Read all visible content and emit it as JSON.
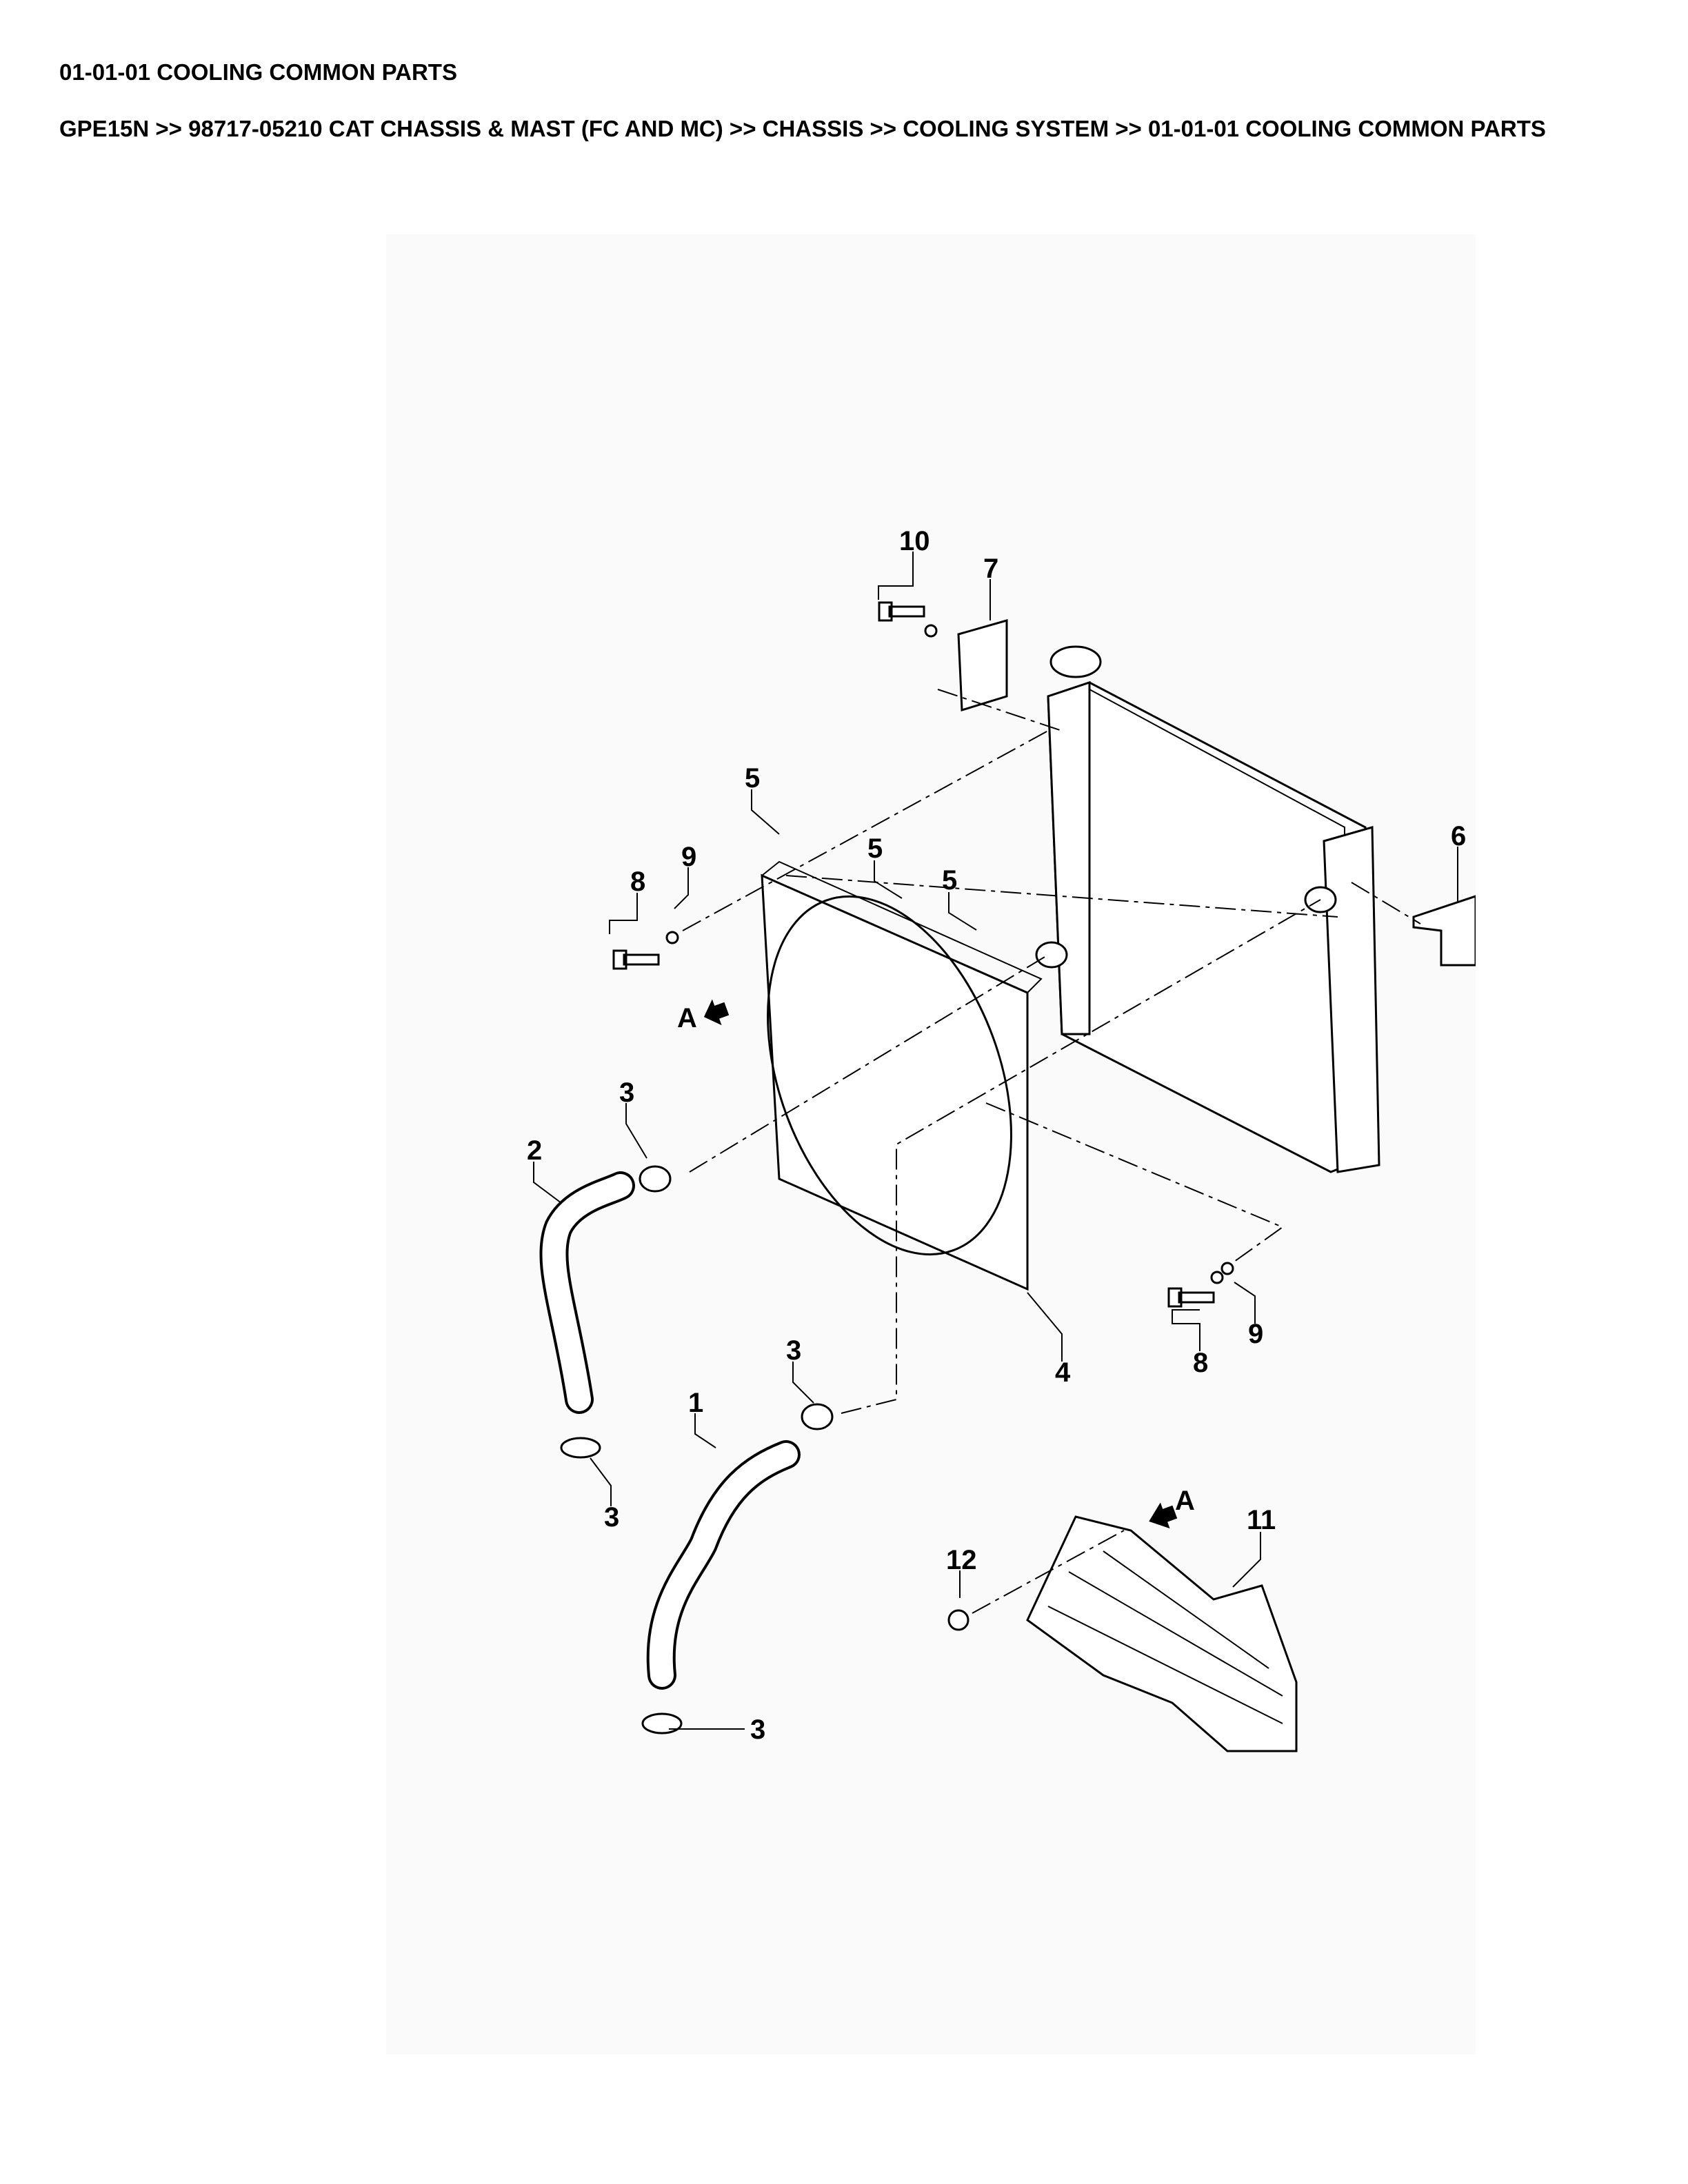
{
  "header": {
    "title": "01-01-01 COOLING COMMON PARTS",
    "breadcrumb": "GPE15N >> 98717-05210 CAT CHASSIS & MAST (FC AND MC) >> CHASSIS >> COOLING SYSTEM >> 01-01-01 COOLING COMMON PARTS"
  },
  "diagram": {
    "callouts": {
      "c10": "10",
      "c7": "7",
      "c5a": "5",
      "c5b": "5",
      "c5c": "5",
      "c8a": "8",
      "c9a": "9",
      "c6": "6",
      "viewA1": "A",
      "c3a": "3",
      "c2": "2",
      "c3b": "3",
      "c1": "1",
      "c4": "4",
      "c8b": "8",
      "c9b": "9",
      "c3c": "3",
      "c3d": "3",
      "c12": "12",
      "viewA2": "A",
      "c11": "11"
    }
  }
}
